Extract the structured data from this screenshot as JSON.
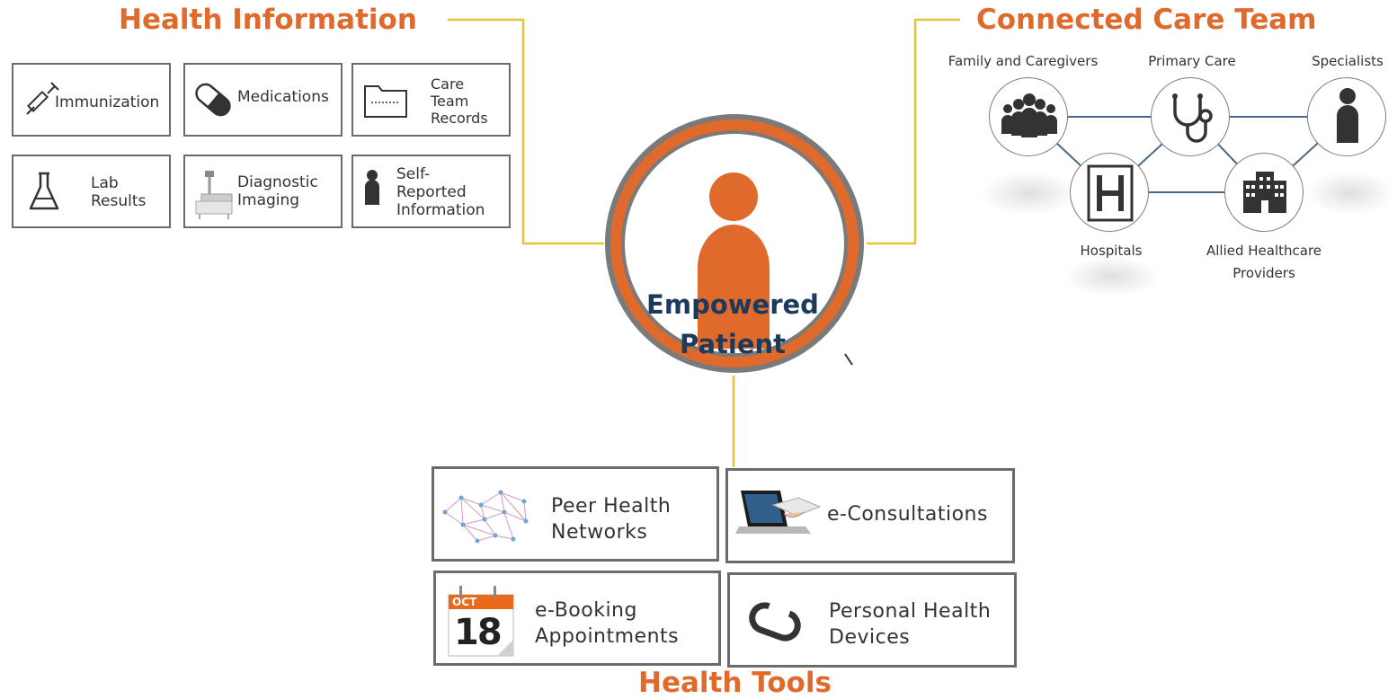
{
  "center": {
    "title_line1": "Empowered",
    "title_line2": "Patient"
  },
  "health_information": {
    "title": "Health Information",
    "items": [
      {
        "label": "Immunization",
        "icon": "syringe-icon"
      },
      {
        "label": "Medications",
        "icon": "pill-icon"
      },
      {
        "label": "Care\nTeam\nRecords",
        "icon": "folder-icon"
      },
      {
        "label": "Lab\nResults",
        "icon": "flask-icon"
      },
      {
        "label": "Diagnostic\nImaging",
        "icon": "imaging-machine-icon"
      },
      {
        "label": "Self-\nReported\nInformation",
        "icon": "person-icon"
      }
    ]
  },
  "connected_care_team": {
    "title": "Connected Care Team",
    "nodes": [
      {
        "label": "Family and Caregivers",
        "icon": "group-icon"
      },
      {
        "label": "Primary Care",
        "icon": "stethoscope-icon"
      },
      {
        "label": "Specialists",
        "icon": "person-icon"
      },
      {
        "label": "Hospitals",
        "icon": "hospital-icon"
      },
      {
        "label": "Allied Healthcare\nProviders",
        "icon": "building-icon"
      }
    ]
  },
  "health_tools": {
    "title": "Health Tools",
    "items": [
      {
        "label": "Peer Health\nNetworks",
        "icon": "network-icon"
      },
      {
        "label": "e-Consultations",
        "icon": "laptop-icon"
      },
      {
        "label": "e-Booking\nAppointments",
        "icon": "calendar-icon",
        "calendar_month": "OCT",
        "calendar_day": "18"
      },
      {
        "label": "Personal Health\nDevices",
        "icon": "fitness-band-icon"
      }
    ]
  },
  "colors": {
    "accent_orange": "#e06a2c",
    "connector_gold": "#e8c23a",
    "text_navy": "#1b3a5c",
    "border_gray": "#6b6b6b",
    "network_line": "#4a6a8a"
  }
}
